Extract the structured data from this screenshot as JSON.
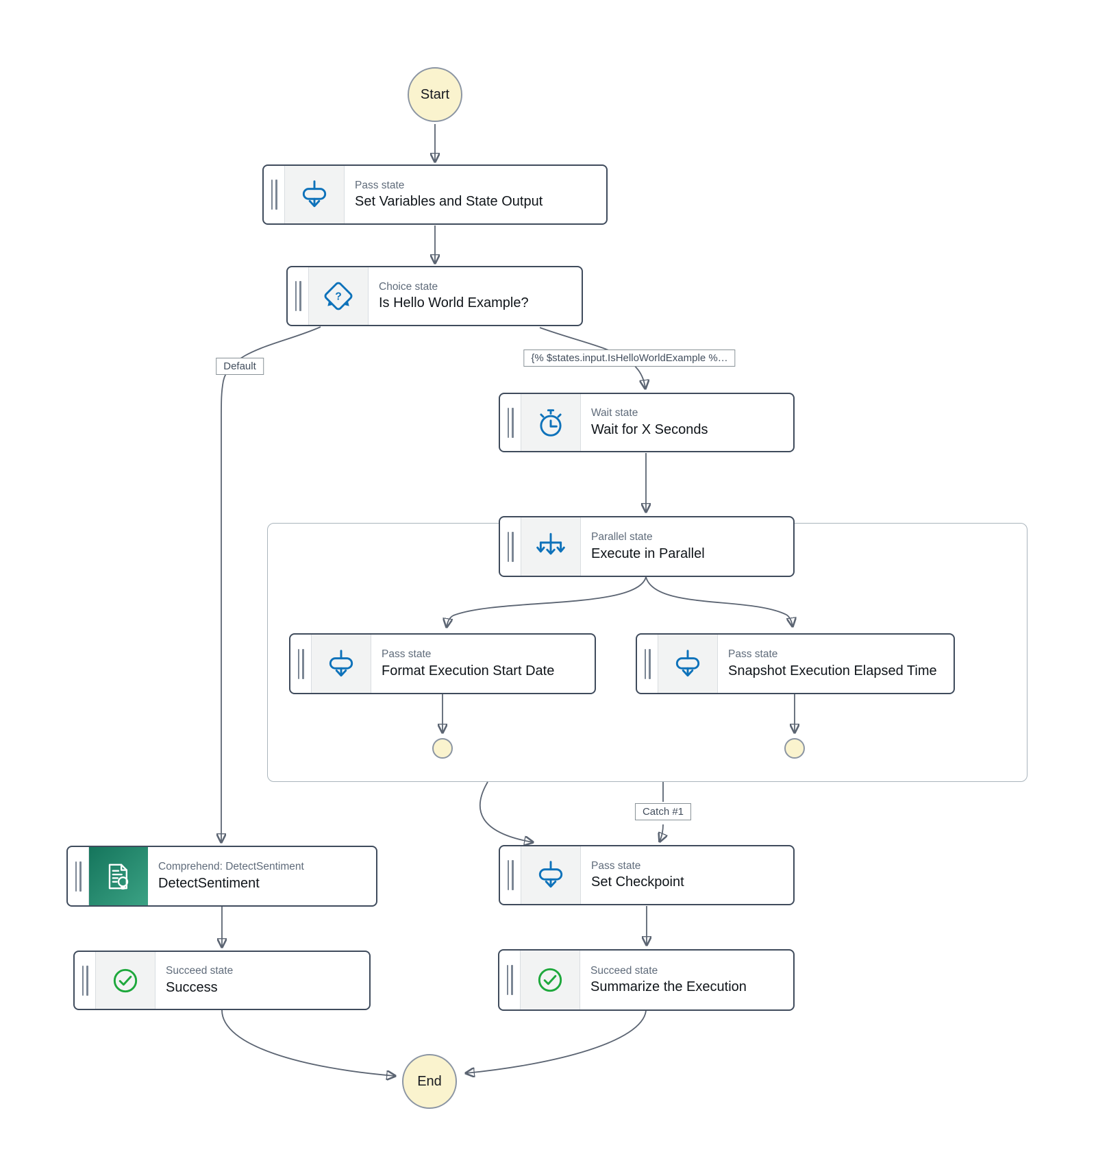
{
  "terminals": {
    "start": "Start",
    "end": "End"
  },
  "edge_labels": {
    "default_rule": "Default",
    "choice_condition": "{% $states.input.IsHelloWorldExample %…",
    "catch": "Catch #1"
  },
  "nodes": {
    "set_variables": {
      "type": "Pass state",
      "title": "Set Variables and State Output"
    },
    "choice": {
      "type": "Choice state",
      "title": "Is Hello World Example?"
    },
    "wait": {
      "type": "Wait state",
      "title": "Wait for X Seconds"
    },
    "parallel": {
      "type": "Parallel state",
      "title": "Execute in Parallel"
    },
    "format_date": {
      "type": "Pass state",
      "title": "Format Execution Start Date"
    },
    "snapshot": {
      "type": "Pass state",
      "title": "Snapshot Execution Elapsed Time"
    },
    "set_checkpoint": {
      "type": "Pass state",
      "title": "Set Checkpoint"
    },
    "detect_sentiment": {
      "type": "Comprehend: DetectSentiment",
      "title": "DetectSentiment"
    },
    "success": {
      "type": "Succeed state",
      "title": "Success"
    },
    "summarize": {
      "type": "Succeed state",
      "title": "Summarize the Execution"
    }
  },
  "icons": {
    "pass": "pass-icon (arrow through capsule)",
    "choice": "choice-icon (diamond with question mark)",
    "wait": "wait-icon (stopwatch)",
    "parallel": "parallel-icon (three fan-out arrows)",
    "succeed": "succeed-icon (green check circle)",
    "comprehend": "comprehend-icon (document with lightbulb)"
  },
  "colors": {
    "accent_blue": "#0e72ba",
    "succeed_green": "#1ea83c",
    "comprehend_gradient_start": "#15755c",
    "comprehend_gradient_end": "#3ba284",
    "node_border": "#3f4b5c",
    "edge": "#5b6472",
    "terminal_fill": "#faf3ce",
    "terminal_border": "#8b95a3",
    "icon_cell_bg": "#f2f3f3",
    "label_border": "#879196",
    "state_type_text": "#5f6b7a",
    "title_text": "#0f1419",
    "container_border": "#a9b4bc"
  }
}
